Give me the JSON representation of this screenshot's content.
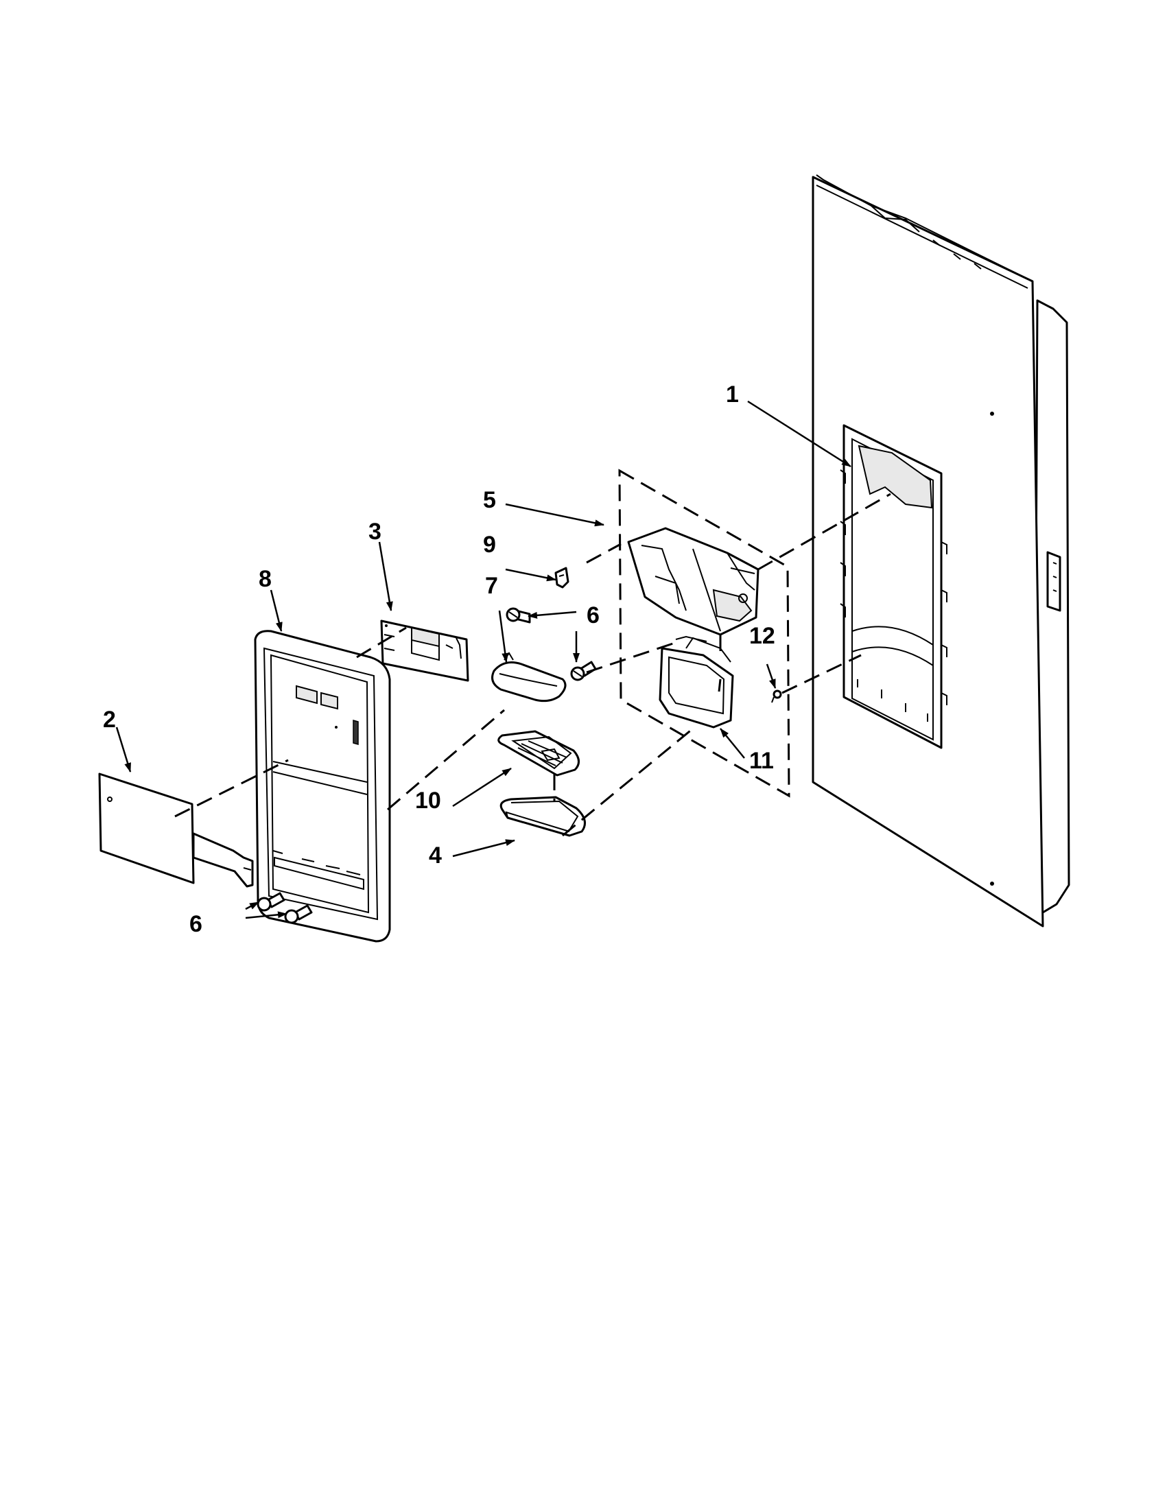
{
  "callouts": [
    {
      "id": "callout-1",
      "text": "1"
    },
    {
      "id": "callout-2",
      "text": "2"
    },
    {
      "id": "callout-3",
      "text": "3"
    },
    {
      "id": "callout-4",
      "text": "4"
    },
    {
      "id": "callout-5",
      "text": "5"
    },
    {
      "id": "callout-6a",
      "text": "6"
    },
    {
      "id": "callout-6b",
      "text": "6"
    },
    {
      "id": "callout-6c",
      "text": "6"
    },
    {
      "id": "callout-7",
      "text": "7"
    },
    {
      "id": "callout-8",
      "text": "8"
    },
    {
      "id": "callout-9",
      "text": "9"
    },
    {
      "id": "callout-10",
      "text": "10"
    },
    {
      "id": "callout-11",
      "text": "11"
    },
    {
      "id": "callout-12",
      "text": "12"
    }
  ]
}
